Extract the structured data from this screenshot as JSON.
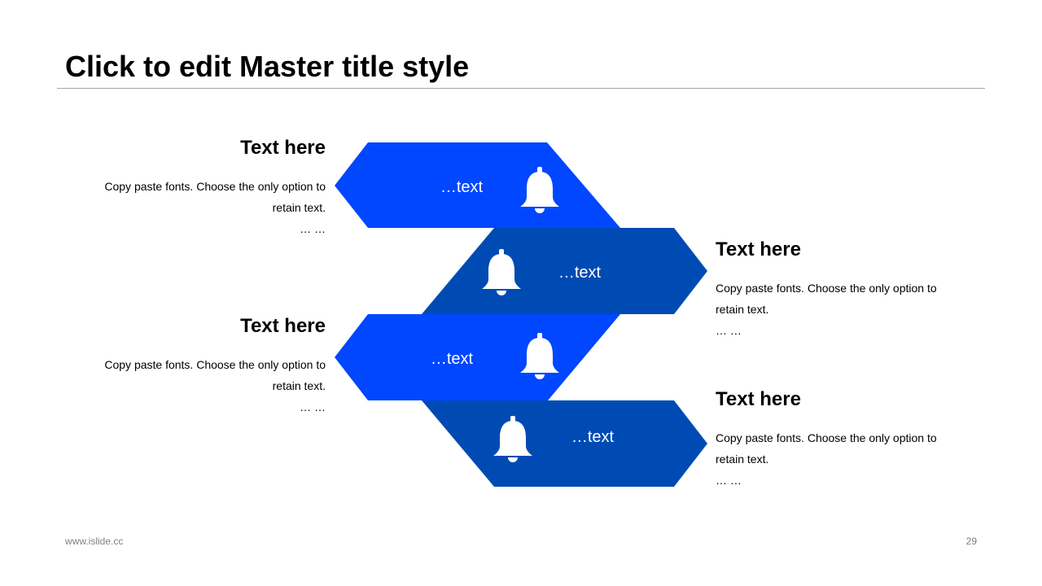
{
  "title": "Click to edit Master title style",
  "colors": {
    "accent_bright": "#0047FF",
    "accent_dark": "#004BB3",
    "text": "#000000",
    "footer": "#7F7F7F",
    "rule": "#A6A6A6"
  },
  "steps": [
    {
      "label": "…text",
      "icon": "bell-icon"
    },
    {
      "label": "…text",
      "icon": "bell-icon"
    },
    {
      "label": "…text",
      "icon": "bell-icon"
    },
    {
      "label": "…text",
      "icon": "bell-icon"
    }
  ],
  "blocks": [
    {
      "heading": "Text here",
      "body": "Copy paste fonts. Choose the only option to retain text.",
      "ellipsis": "… …"
    },
    {
      "heading": "Text here",
      "body": "Copy paste fonts. Choose the only option to retain text.",
      "ellipsis": "… …"
    },
    {
      "heading": "Text here",
      "body": "Copy paste fonts. Choose the only option to retain text.",
      "ellipsis": "… …"
    },
    {
      "heading": "Text here",
      "body": "Copy paste fonts. Choose the only option to retain text.",
      "ellipsis": "… …"
    }
  ],
  "footer": {
    "site": "www.islide.cc",
    "page_number": "29"
  }
}
